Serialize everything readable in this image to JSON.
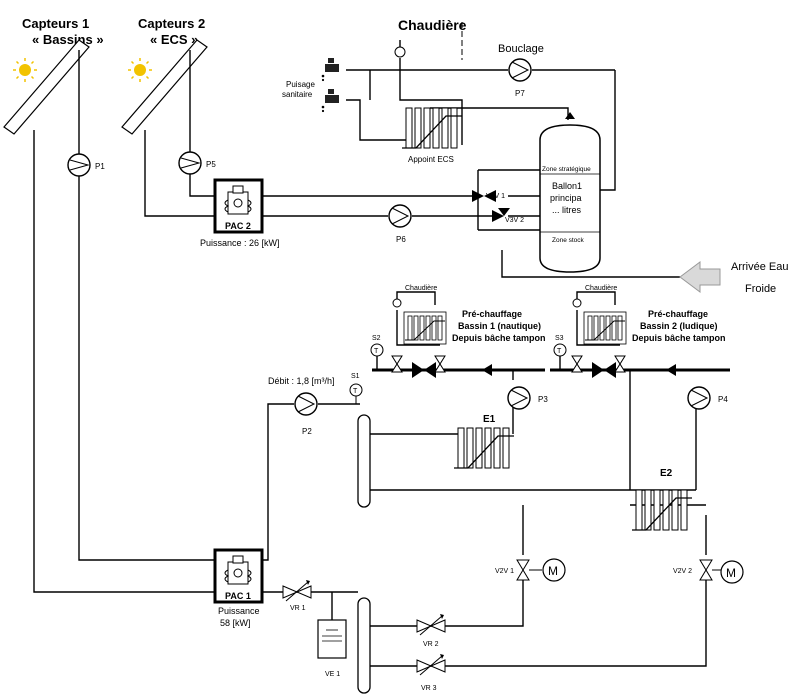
{
  "collectors": {
    "c1_title": "Capteurs 1",
    "c1_sub": "« Bassins »",
    "c2_title": "Capteurs 2",
    "c2_sub": "« ECS »"
  },
  "boiler": {
    "title": "Chaudière",
    "appoint_label": "Appoint ECS",
    "bouclage": "Bouclage",
    "puisage_1": "Puisage",
    "puisage_2": "sanitaire"
  },
  "tank": {
    "zone_strat": "Zone stratégique",
    "name_1": "Ballon1",
    "name_2": "principa",
    "name_3": "... litres",
    "zone_stock": "Zone stock"
  },
  "cold_water": {
    "line1": "Arrivée Eau",
    "line2": "Froide"
  },
  "pac2": {
    "name": "PAC 2",
    "power": "Puissance : 26 [kW]"
  },
  "pac1": {
    "name": "PAC 1",
    "power_1": "Puissance",
    "power_2": "58 [kW]"
  },
  "flow": {
    "label": "Débit : 1,8 [m³/h]"
  },
  "pumps": {
    "p1": "P1",
    "p2": "P2",
    "p3": "P3",
    "p4": "P4",
    "p5": "P5",
    "p6": "P6",
    "p7": "P7"
  },
  "valves": {
    "v3v1": "V3V 1",
    "v3v2": "V3V 2",
    "v2v1": "V2V 1",
    "v2v2": "V2V 2",
    "vr1": "VR 1",
    "vr2": "VR 2",
    "vr3": "VR 3",
    "ve1": "VE 1",
    "motor": "M"
  },
  "sensors": {
    "s1": "S1",
    "s2": "S2",
    "s3": "S3",
    "t": "T"
  },
  "exchangers": {
    "e1": "E1",
    "e2": "E2"
  },
  "preheat1": {
    "l1": "Pré-chauffage",
    "l2": "Bassin 1 (nautique)",
    "l3": "Depuis bâche tampon",
    "boiler": "Chaudière"
  },
  "preheat2": {
    "l1": "Pré-chauffage",
    "l2": "Bassin 2 (ludique)",
    "l3": "Depuis bâche tampon",
    "boiler": "Chaudière"
  }
}
